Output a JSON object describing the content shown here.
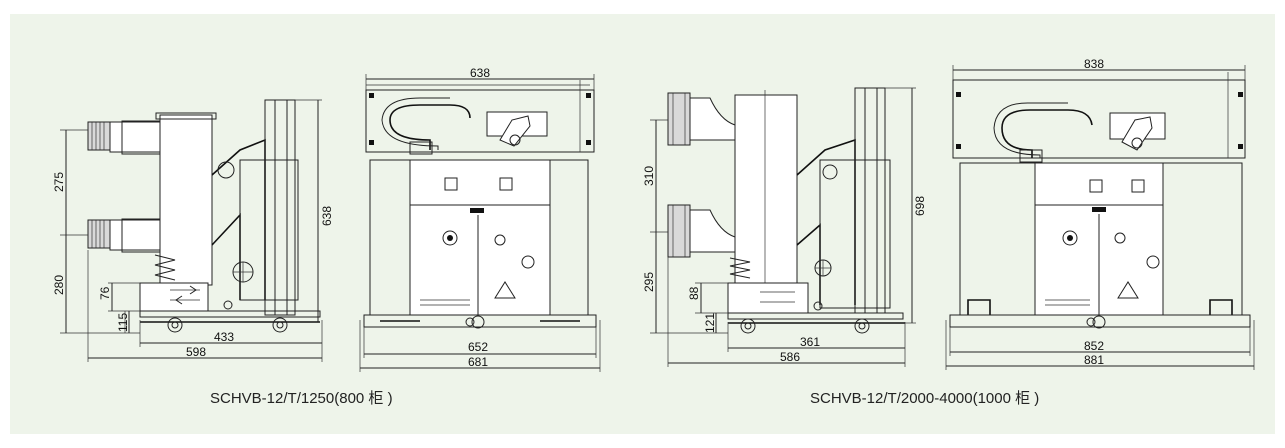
{
  "diagram": {
    "left_group": {
      "caption": "SCHVB-12/T/1250(800 柜 )",
      "side_dims": {
        "upper_height": "275",
        "lower_height": "280",
        "base_height": "76",
        "foot_height": "115",
        "depth_inner": "433",
        "depth_outer": "598",
        "total_height": "638"
      },
      "front_dims": {
        "top_width": "638",
        "inner_width": "652",
        "outer_width": "681"
      }
    },
    "right_group": {
      "caption": "SCHVB-12/T/2000-4000(1000 柜 )",
      "side_dims": {
        "upper_height": "310",
        "lower_height": "295",
        "base_height": "88",
        "foot_height": "121",
        "depth_inner": "361",
        "depth_outer": "586",
        "total_height": "698"
      },
      "front_dims": {
        "top_width": "838",
        "inner_width": "852",
        "outer_width": "881"
      }
    }
  }
}
